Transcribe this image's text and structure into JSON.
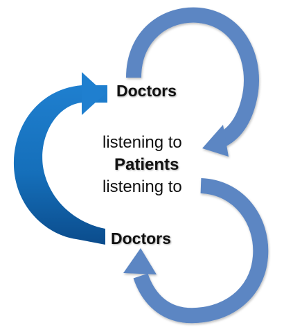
{
  "labels": {
    "doctors_top": "Doctors",
    "listening_1": "listening to",
    "patients": "Patients",
    "listening_2": "listening to",
    "doctors_bottom": "Doctors"
  },
  "colors": {
    "loop_arrow": "#5b86c3",
    "loop_arrow_edge": "#4a72ad",
    "left_arrow_light": "#1f7fcf",
    "left_arrow_dark": "#0b4c8c",
    "text": "#111111"
  }
}
